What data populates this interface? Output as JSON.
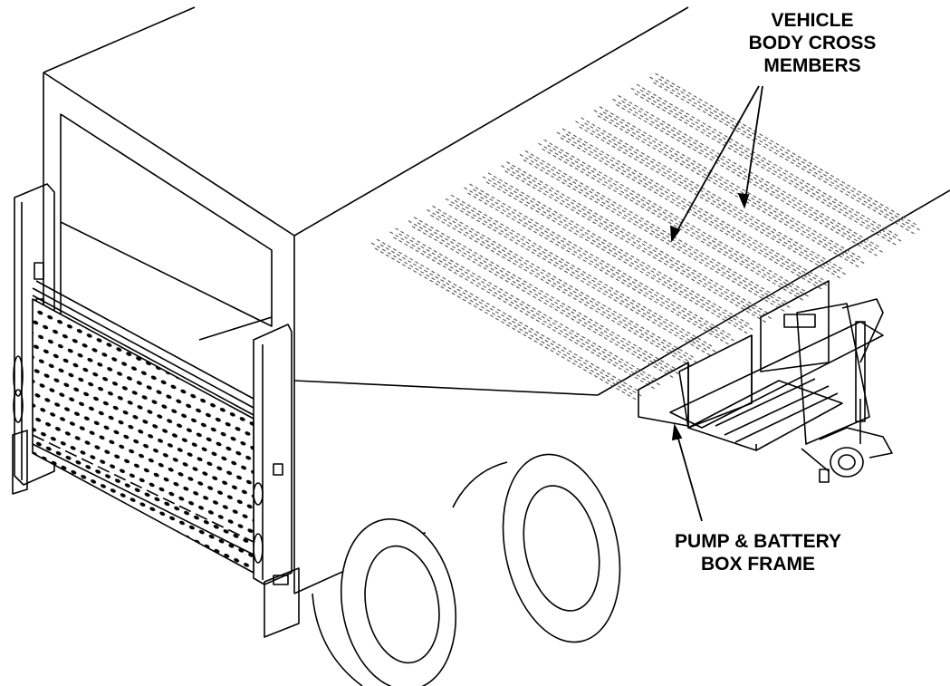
{
  "labels": {
    "cross_members": [
      "VEHICLE",
      "BODY CROSS",
      "MEMBERS"
    ],
    "pump_frame": [
      "PUMP & BATTERY",
      "BOX FRAME"
    ]
  },
  "colors": {
    "ink": "#000000",
    "paper": "#ffffff",
    "dash": "#555555"
  },
  "figure": {
    "cross_member_count": 16
  }
}
